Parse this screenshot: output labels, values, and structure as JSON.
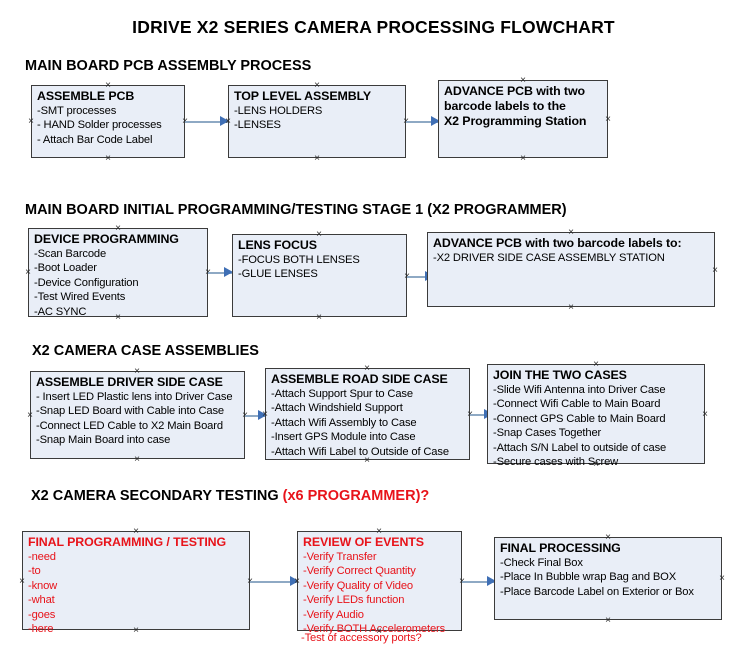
{
  "document": {
    "title": "IDRIVE X2  SERIES CAMERA PROCESSING FLOWCHART"
  },
  "colors": {
    "node_fill": "#e9eef7",
    "node_border": "#3b3b3b",
    "text": "#000000",
    "accent_red": "#e8131a",
    "connector_shaft": "#8ea9c4",
    "connector_head": "#3f6fb5",
    "background": "#ffffff"
  },
  "sections": [
    {
      "heading": "MAIN BOARD PCB ASSEMBLY PROCESS",
      "heading_accent": "",
      "nodes": [
        {
          "title": "ASSEMBLE PCB",
          "lines": [
            "-SMT processes",
            "- HAND Solder processes",
            "- Attach Bar Code Label"
          ]
        },
        {
          "title": "TOP LEVEL ASSEMBLY",
          "lines": [
            "-LENS HOLDERS",
            "-LENSES"
          ]
        },
        {
          "title": "ADVANCE PCB with two",
          "lines": [
            "barcode labels to the",
            " X2 Programming Station"
          ]
        }
      ]
    },
    {
      "heading": "MAIN BOARD INITIAL PROGRAMMING/TESTING STAGE 1 (X2 PROGRAMMER)",
      "heading_accent": "",
      "nodes": [
        {
          "title": "DEVICE PROGRAMMING",
          "lines": [
            "-Scan Barcode",
            "-Boot Loader",
            "-Device Configuration",
            "-Test Wired Events",
            "-AC SYNC"
          ]
        },
        {
          "title": "LENS FOCUS",
          "lines": [
            "-FOCUS BOTH LENSES",
            "-GLUE LENSES"
          ]
        },
        {
          "title": "ADVANCE PCB with two barcode labels to:",
          "lines": [
            "-X2 DRIVER  SIDE  CASE  ASSEMBLY STATION"
          ]
        }
      ]
    },
    {
      "heading": "X2 CAMERA CASE ASSEMBLIES",
      "heading_accent": "",
      "nodes": [
        {
          "title": "ASSEMBLE DRIVER SIDE CASE",
          "lines": [
            "- Insert LED Plastic lens into Driver Case",
            "-Snap LED Board with Cable into Case",
            "-Connect LED Cable to X2 Main Board",
            "-Snap Main Board into case"
          ]
        },
        {
          "title": "ASSEMBLE ROAD SIDE CASE",
          "lines": [
            "-Attach Support Spur to Case",
            "-Attach Windshield Support",
            "-Attach Wifi Assembly to Case",
            "-Insert GPS Module into Case",
            "-Attach Wifi Label to Outside of Case"
          ]
        },
        {
          "title": "JOIN THE TWO CASES",
          "lines": [
            "-Slide Wifi Antenna into Driver Case",
            "-Connect Wifi Cable to Main Board",
            "-Connect GPS Cable to Main Board",
            "-Snap Cases Together",
            "-Attach S/N Label to outside of case",
            "-Secure cases with Screw"
          ]
        }
      ]
    },
    {
      "heading": "X2 CAMERA SECONDARY TESTING ",
      "heading_accent": "(x6 PROGRAMMER)?",
      "nodes": [
        {
          "title": "FINAL PROGRAMMING / TESTING",
          "lines": [
            "-need",
            "-to",
            "-know",
            "-what",
            "-goes",
            "-here"
          ]
        },
        {
          "title": "REVIEW OF EVENTS",
          "lines": [
            "-Verify Transfer",
            "-Verify Correct Quantity",
            "-Verify Quality of Video",
            "-Verify LEDs function",
            "-Verify Audio",
            "-Verify BOTH Accelerometers"
          ],
          "overflow_line": "-Test of accessory ports?"
        },
        {
          "title": "FINAL PROCESSING",
          "lines": [
            " -Check Final Box",
            "-Place In Bubble wrap Bag and BOX",
            "-Place Barcode Label on Exterior or Box"
          ]
        }
      ]
    }
  ]
}
